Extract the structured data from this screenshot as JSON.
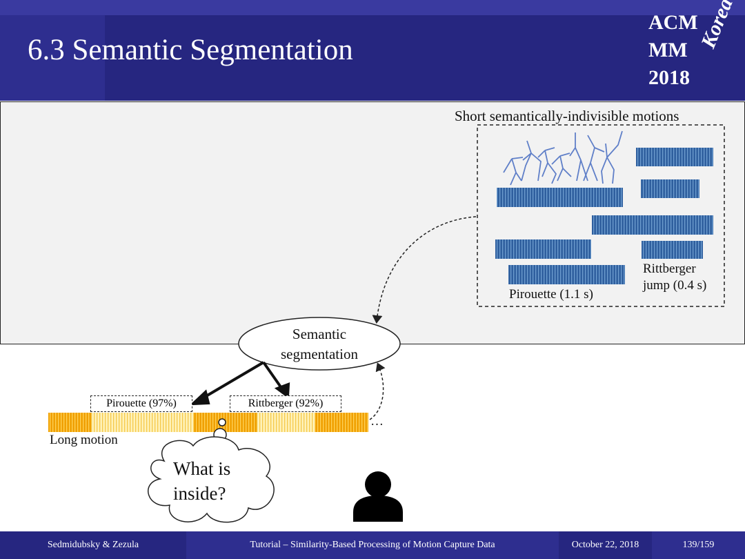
{
  "slide": {
    "title": "6.3 Semantic Segmentation"
  },
  "logo": {
    "line1": "ACM",
    "line2": "MM",
    "line3": "2018",
    "script": "Korea"
  },
  "panel": {
    "heading": "Short semantically-indivisible motions",
    "pirouette_label": "Pirouette (1.1 s)",
    "rittberger_label_line1": "Rittberger",
    "rittberger_label_line2": "jump (0.4 s)"
  },
  "segmentation": {
    "node_line1": "Semantic",
    "node_line2": "segmentation",
    "result_pirouette": "Pirouette (97%)",
    "result_rittberger": "Rittberger (92%)",
    "long_motion_label": "Long motion",
    "ellipsis": "…"
  },
  "thought": {
    "line1": "What is",
    "line2": "inside?"
  },
  "footer": {
    "authors": "Sedmidubsky & Zezula",
    "tutorial": "Tutorial – Similarity-Based Processing of Motion Capture Data",
    "date": "October 22, 2018",
    "page": "139/159"
  },
  "colors": {
    "header": "#2e2e8f",
    "motion_blue": "#2f5f9e",
    "motion_orange": "#f0a000",
    "motion_light": "#ffe38a"
  }
}
